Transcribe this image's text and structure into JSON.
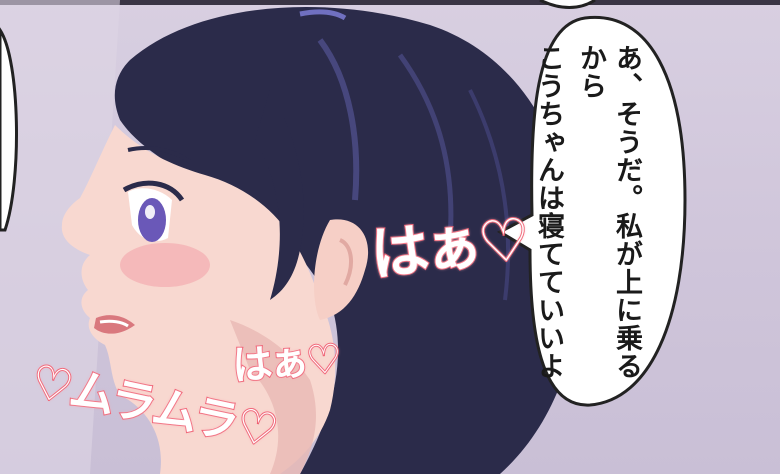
{
  "speech_bubble": {
    "columns": [
      "あ、そうだ。私が上に乗るから",
      "こうちゃんは寝てていいよ"
    ]
  },
  "sound_effects": {
    "breath_1": "はぁ♡",
    "breath_2": "はぁ♡",
    "murmur": "♡ムラムラ♡"
  },
  "colors": {
    "background": "#cfc5da",
    "hair": "#2a2a48",
    "skin": "#f8d6cf",
    "blush": "#f2a1a8",
    "eye": "#6a58b8",
    "sfx_outline": "#ef5b6e"
  }
}
